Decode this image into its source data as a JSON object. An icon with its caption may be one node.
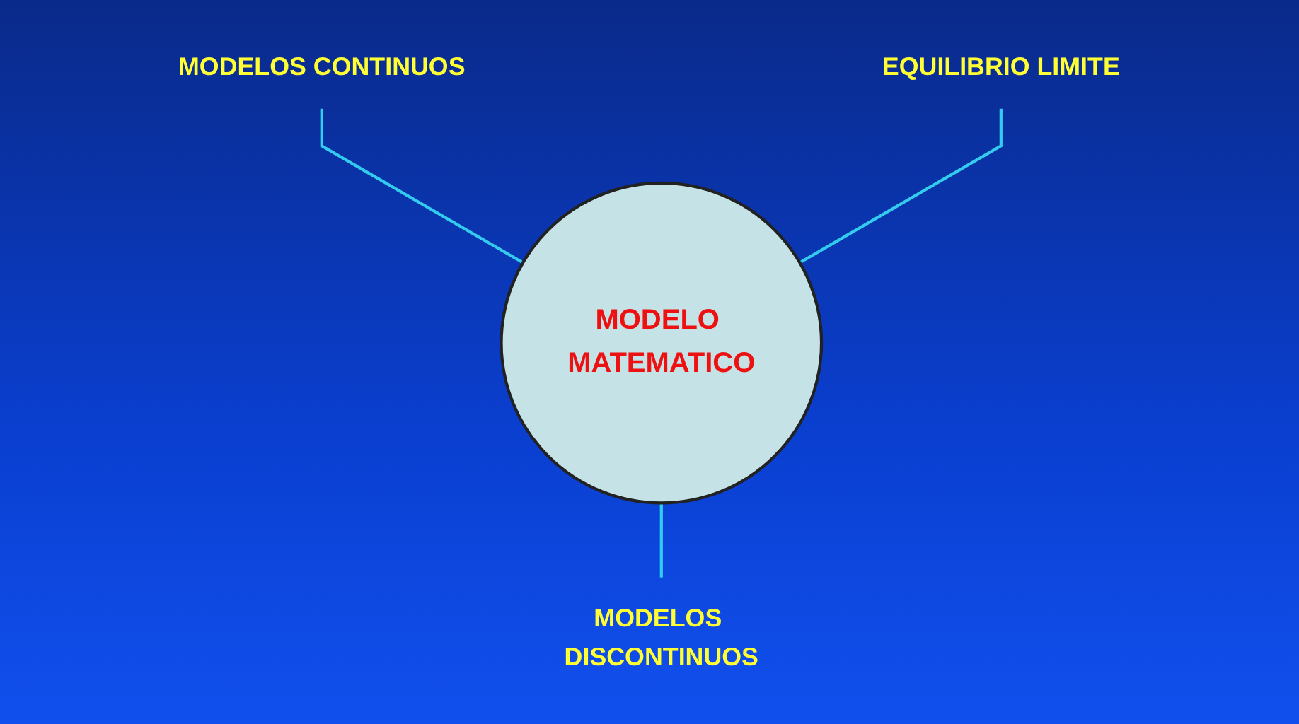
{
  "diagram": {
    "nodes": [
      {
        "text": [
          "MODELOS CONTINUOS"
        ]
      },
      {
        "text": [
          "EQUILIBRIO LIMITE"
        ]
      },
      {
        "text": [
          "MODELO MATEMATICO"
        ]
      },
      {
        "text": [
          "MODELOS DISCONTINUOS"
        ]
      }
    ],
    "edges": [
      {
        "from": 0,
        "to": 2,
        "arrow": "none"
      },
      {
        "from": 1,
        "to": 2,
        "arrow": "none"
      },
      {
        "from": 2,
        "to": 3,
        "arrow": "none"
      }
    ]
  }
}
